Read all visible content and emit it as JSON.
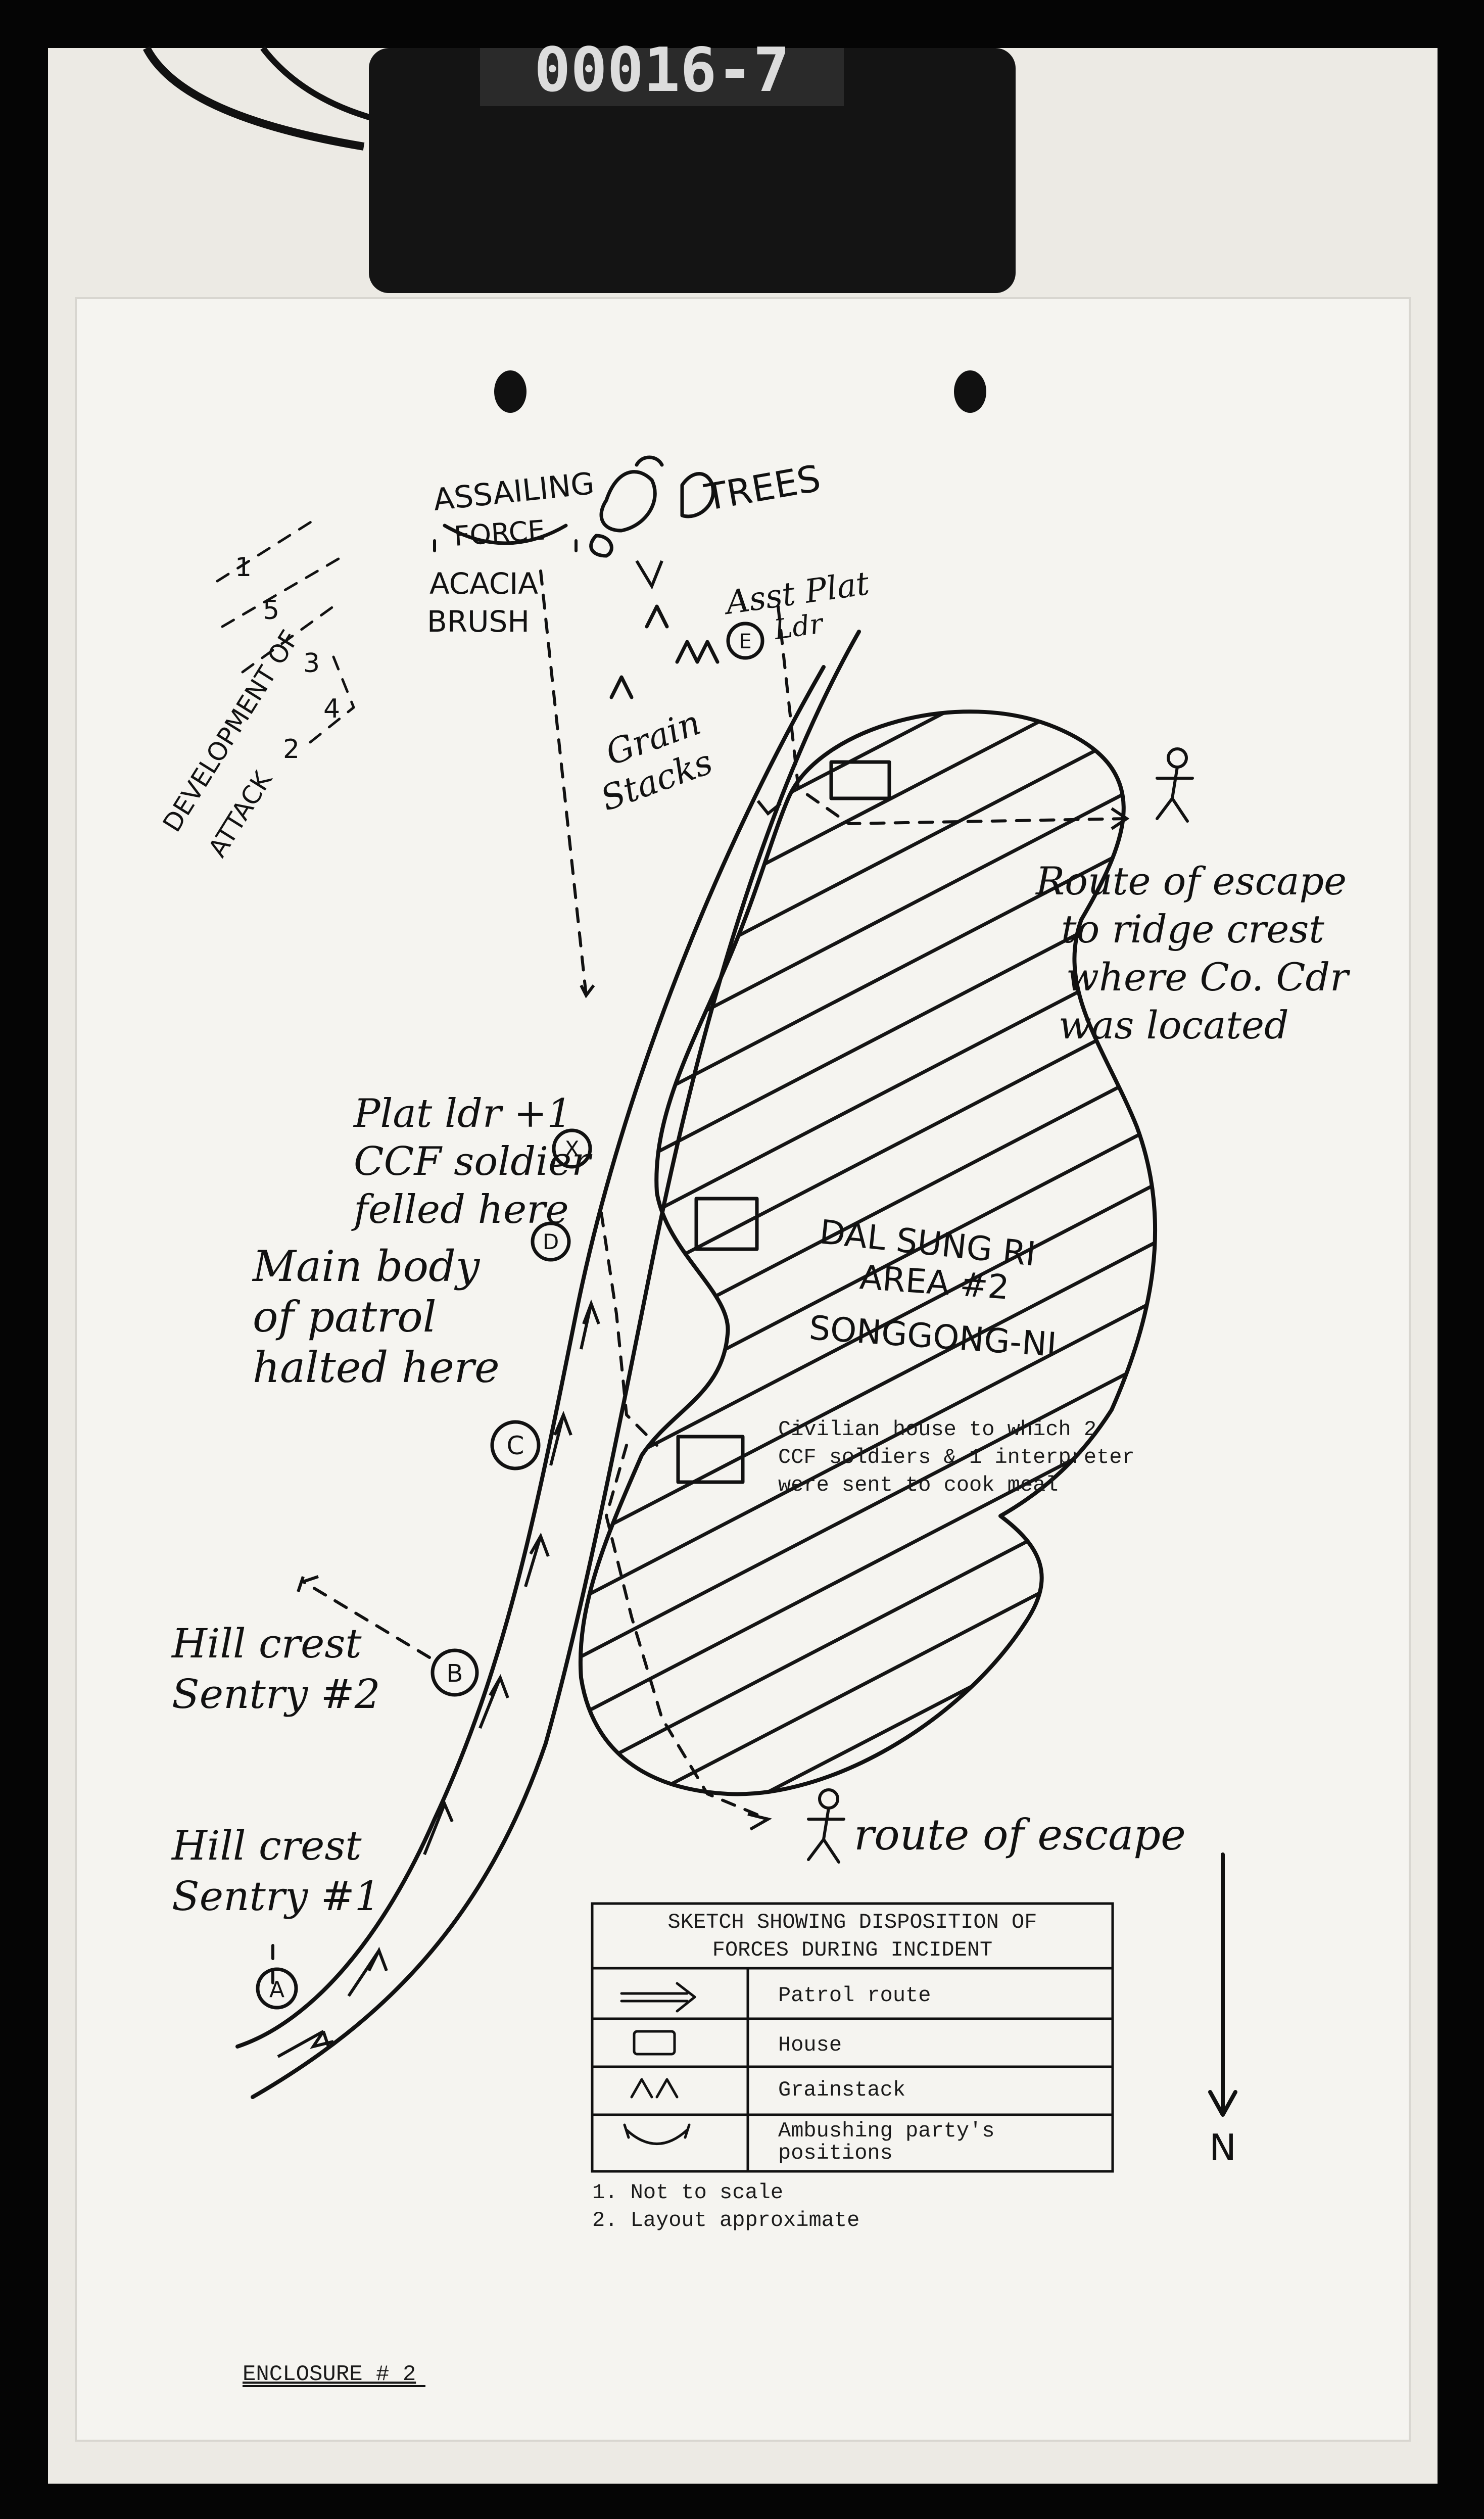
{
  "counter": {
    "digits": "00016-7"
  },
  "map": {
    "title_caps": {
      "assailing": "ASSAILING",
      "force": "FORCE",
      "acacia": "ACACIA",
      "brush": "BRUSH",
      "trees": "TREES",
      "development_line1": "DEVELOPMENT OF",
      "development_line2": "ATTACK"
    },
    "marks": {
      "dev_one": "1",
      "dev_two": "2",
      "dev_three": "3",
      "dev_four": "4",
      "dev_five": "5"
    },
    "handwritten": {
      "asst_plat_ldr_line1": "Asst Plat",
      "asst_plat_ldr_line2": "Ldr",
      "grain_line1": "Grain",
      "grain_line2": "Stacks",
      "escape_line1": "Route of escape",
      "escape_line2": "to ridge crest",
      "escape_line3": "where Co. Cdr",
      "escape_line4": "was located",
      "plat_line1": "Plat ldr +1",
      "plat_line2": "CCF soldier",
      "plat_line3": "felled here",
      "main_line1": "Main body",
      "main_line2": "of patrol",
      "main_line3": "halted here",
      "sentry2_line1": "Hill crest",
      "sentry2_line2": "Sentry #2",
      "sentry1_line1": "Hill crest",
      "sentry1_line2": "Sentry #1",
      "route_escape": "route of escape",
      "north": "N"
    },
    "area": {
      "line1": "DAL SUNG RI",
      "line2": "AREA #2",
      "line3": "SONGGONG-NI"
    },
    "civilian_note": {
      "line1": "Civilian house to which 2",
      "line2": "CCF soldiers & 1 interpreter",
      "line3": "were sent to cook meal"
    },
    "position_letters": {
      "a": "A",
      "b": "B",
      "c": "C",
      "d": "D",
      "e": "E",
      "x": "X"
    }
  },
  "legend": {
    "title_line1": "SKETCH SHOWING DISPOSITION OF",
    "title_line2": "FORCES DURING INCIDENT",
    "rows": [
      {
        "label": "Patrol route",
        "symbol": "arrow-icon"
      },
      {
        "label": "House",
        "symbol": "house-icon"
      },
      {
        "label": "Grainstack",
        "symbol": "grainstack-icon"
      },
      {
        "label_line1": "Ambushing party's",
        "label_line2": "positions",
        "symbol": "ambush-icon"
      }
    ]
  },
  "notes": {
    "note1": "1.  Not to scale",
    "note2": "2.  Layout approximate"
  },
  "enclosure": "ENCLOSURE # 2"
}
